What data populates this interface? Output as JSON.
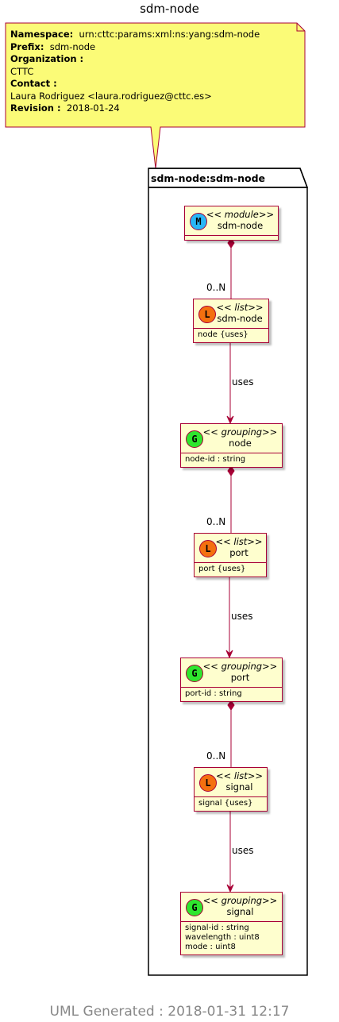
{
  "title": "sdm-node",
  "note": {
    "namespace_label": "Namespace:",
    "namespace_value": "urn:cttc:params:xml:ns:yang:sdm-node",
    "prefix_label": "Prefix:",
    "prefix_value": "sdm-node",
    "organization_label": "Organization :",
    "organization_value": "CTTC",
    "contact_label": "Contact :",
    "contact_value": "Laura Rodriguez <laura.rodriguez@cttc.es>",
    "revision_label": "Revision :",
    "revision_value": "2018-01-24"
  },
  "package": {
    "label": "sdm-node:sdm-node"
  },
  "nodes": [
    {
      "id": "module-sdm-node",
      "circle": "M",
      "circle_color": "#29B6F6",
      "stereotype": "<< module>>",
      "name": "sdm-node",
      "attrs": []
    },
    {
      "id": "list-sdm-node",
      "circle": "L",
      "circle_color": "#F4700F",
      "stereotype": "<< list>>",
      "name": "sdm-node",
      "attrs": [
        "node {uses}"
      ]
    },
    {
      "id": "grouping-node",
      "circle": "G",
      "circle_color": "#2EE62E",
      "stereotype": "<< grouping>>",
      "name": "node",
      "attrs": [
        "node-id : string"
      ]
    },
    {
      "id": "list-port",
      "circle": "L",
      "circle_color": "#F4700F",
      "stereotype": "<< list>>",
      "name": "port",
      "attrs": [
        "port {uses}"
      ]
    },
    {
      "id": "grouping-port",
      "circle": "G",
      "circle_color": "#2EE62E",
      "stereotype": "<< grouping>>",
      "name": "port",
      "attrs": [
        "port-id : string"
      ]
    },
    {
      "id": "list-signal",
      "circle": "L",
      "circle_color": "#F4700F",
      "stereotype": "<< list>>",
      "name": "signal",
      "attrs": [
        "signal {uses}"
      ]
    },
    {
      "id": "grouping-signal",
      "circle": "G",
      "circle_color": "#2EE62E",
      "stereotype": "<< grouping>>",
      "name": "signal",
      "attrs": [
        "signal-id : string",
        "wavelength : uint8",
        "mode : uint8"
      ]
    }
  ],
  "edges": [
    {
      "from": "module-sdm-node",
      "to": "list-sdm-node",
      "kind": "composition",
      "label": "0..N"
    },
    {
      "from": "list-sdm-node",
      "to": "grouping-node",
      "kind": "uses",
      "label": "uses"
    },
    {
      "from": "grouping-node",
      "to": "list-port",
      "kind": "composition",
      "label": "0..N"
    },
    {
      "from": "list-port",
      "to": "grouping-port",
      "kind": "uses",
      "label": "uses"
    },
    {
      "from": "grouping-port",
      "to": "list-signal",
      "kind": "composition",
      "label": "0..N"
    },
    {
      "from": "list-signal",
      "to": "grouping-signal",
      "kind": "uses",
      "label": "uses"
    }
  ],
  "colors": {
    "border": "#A80036",
    "fill": "#FEFECE",
    "note_fill": "#FBFB77",
    "footer": "#888888"
  },
  "footer": "UML Generated : 2018-01-31 12:17"
}
